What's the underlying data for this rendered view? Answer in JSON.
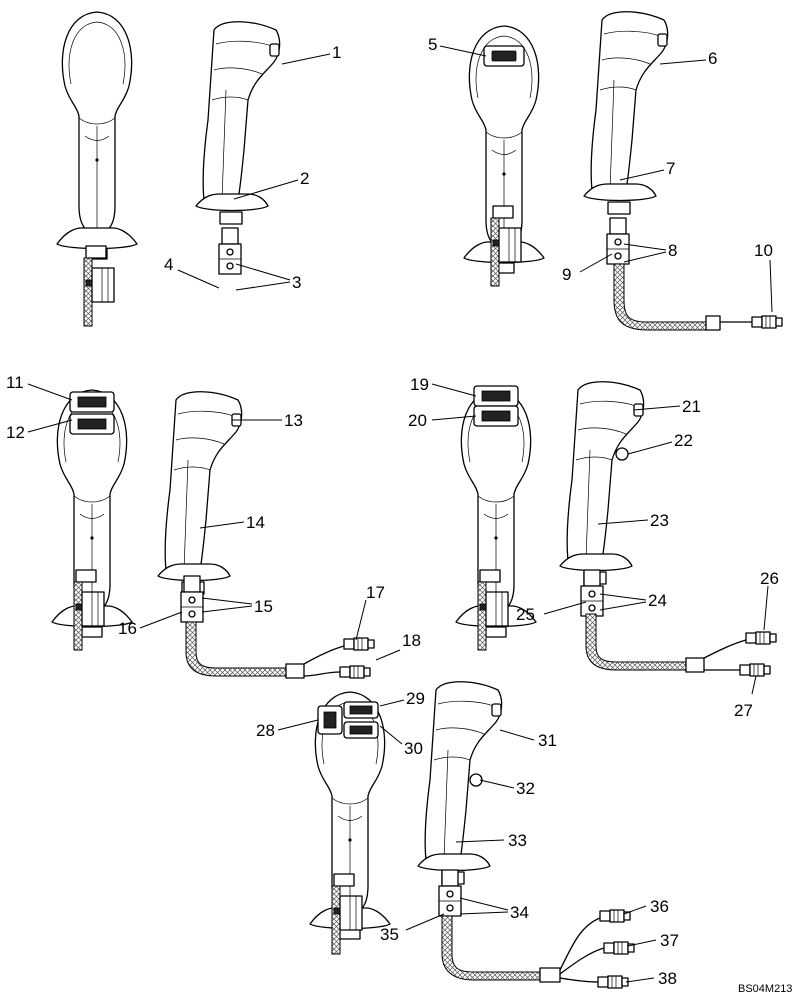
{
  "diagram": {
    "drawing_code": "BS04M213",
    "callouts": [
      "1",
      "2",
      "3",
      "4",
      "5",
      "6",
      "7",
      "8",
      "9",
      "10",
      "11",
      "12",
      "13",
      "14",
      "15",
      "16",
      "17",
      "18",
      "19",
      "20",
      "21",
      "22",
      "23",
      "24",
      "25",
      "26",
      "27",
      "28",
      "29",
      "30",
      "31",
      "32",
      "33",
      "34",
      "35",
      "36",
      "37",
      "38"
    ]
  }
}
